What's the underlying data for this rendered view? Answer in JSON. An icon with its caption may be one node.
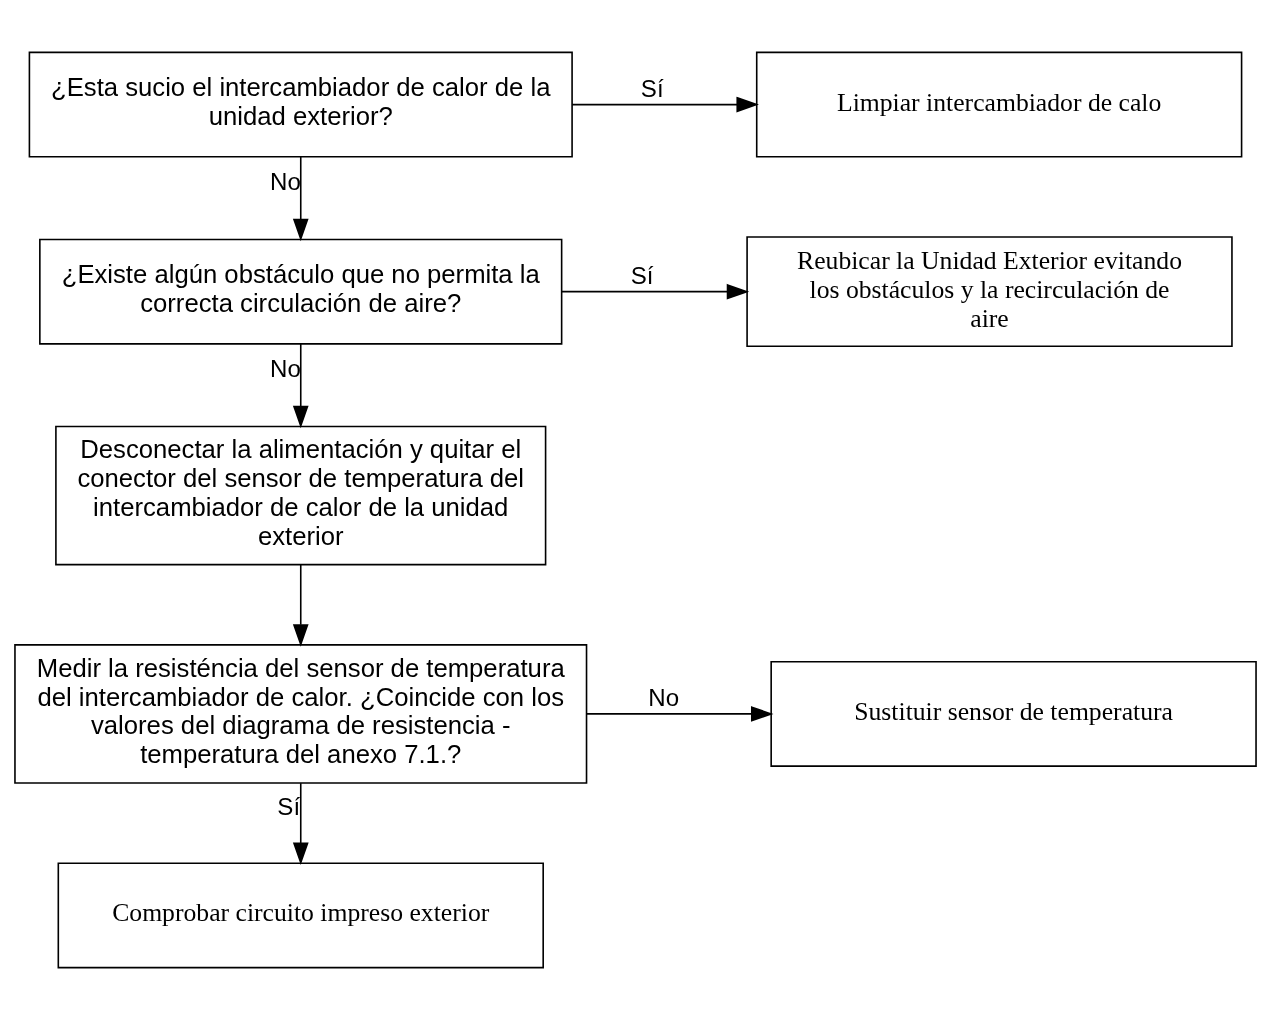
{
  "diagram": {
    "nodes": [
      {
        "text": [
          "¿Esta sucio el intercambiador de calor de la unidad exterior?"
        ]
      },
      {
        "text": [
          "Limpiar intercambiador de calo"
        ]
      },
      {
        "text": [
          "¿Existe algún obstáculo que no permita la correcta circulación de aire?"
        ]
      },
      {
        "text": [
          "Reubicar la Unidad Exterior evitando los obstáculos y la recirculación de aire"
        ]
      },
      {
        "text": [
          "Desconectar la alimentación y quitar el conector del sensor de temperatura del intercambiador de calor de la unidad exterior"
        ]
      },
      {
        "text": [
          "Medir la resisténcia del sensor de temperatura del intercambiador de calor. ¿Coincide con los valores del diagrama de resistencia - temperatura del anexo 7.1.?"
        ]
      },
      {
        "text": [
          "Sustituir sensor de temperatura"
        ]
      },
      {
        "text": [
          "Comprobar circuito impreso exterior"
        ]
      }
    ],
    "edges": [
      {
        "from": 0,
        "to": 1,
        "arrow": "to",
        "label": "Sí"
      },
      {
        "from": 0,
        "to": 2,
        "arrow": "to",
        "label": "No"
      },
      {
        "from": 2,
        "to": 3,
        "arrow": "to",
        "label": "Sí"
      },
      {
        "from": 2,
        "to": 4,
        "arrow": "to",
        "label": "No"
      },
      {
        "from": 4,
        "to": 5,
        "arrow": "to"
      },
      {
        "from": 5,
        "to": 6,
        "arrow": "to",
        "label": "No"
      },
      {
        "from": 5,
        "to": 7,
        "arrow": "to",
        "label": "Sí"
      }
    ]
  }
}
